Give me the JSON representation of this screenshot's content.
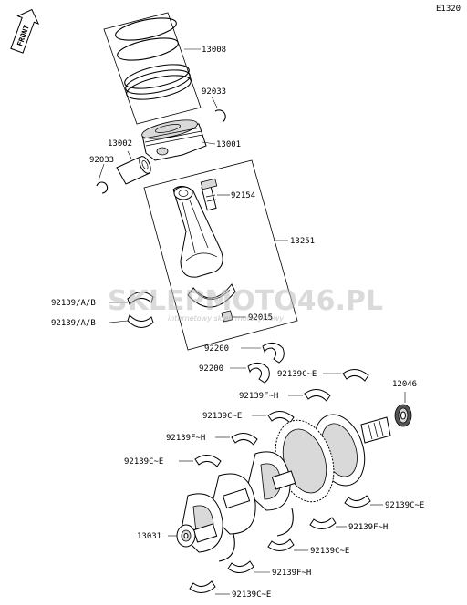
{
  "diagram_code": "E1320",
  "front_label": "FRONT",
  "watermark": {
    "brand": "SKLEPMOTO46.PL",
    "tagline": "internetowy sklep motocyklowy"
  },
  "labels": {
    "piston_ring_set": "13008",
    "piston_clip_upper": "92033",
    "piston": "13001",
    "piston_pin": "13002",
    "piston_clip_lower": "92033",
    "rod_bolt": "92154",
    "connecting_rod": "13251",
    "rod_bearing_upper": "92139/A/B",
    "rod_bearing_lower": "92139/A/B",
    "rod_nut": "92015",
    "thrust_washer_1": "92200",
    "thrust_washer_2": "92200",
    "main_bearing_1": "92139C~E",
    "sprocket_gear": "12046",
    "main_bearing_2": "92139F~H",
    "main_bearing_3": "92139C~E",
    "main_bearing_4": "92139F~H",
    "main_bearing_5": "92139C~E",
    "crankshaft": "13031",
    "main_bearing_6": "92139C~E",
    "main_bearing_7": "92139F~H",
    "main_bearing_8": "92139C~E",
    "main_bearing_9": "92139F~H",
    "main_bearing_10": "92139C~E"
  }
}
